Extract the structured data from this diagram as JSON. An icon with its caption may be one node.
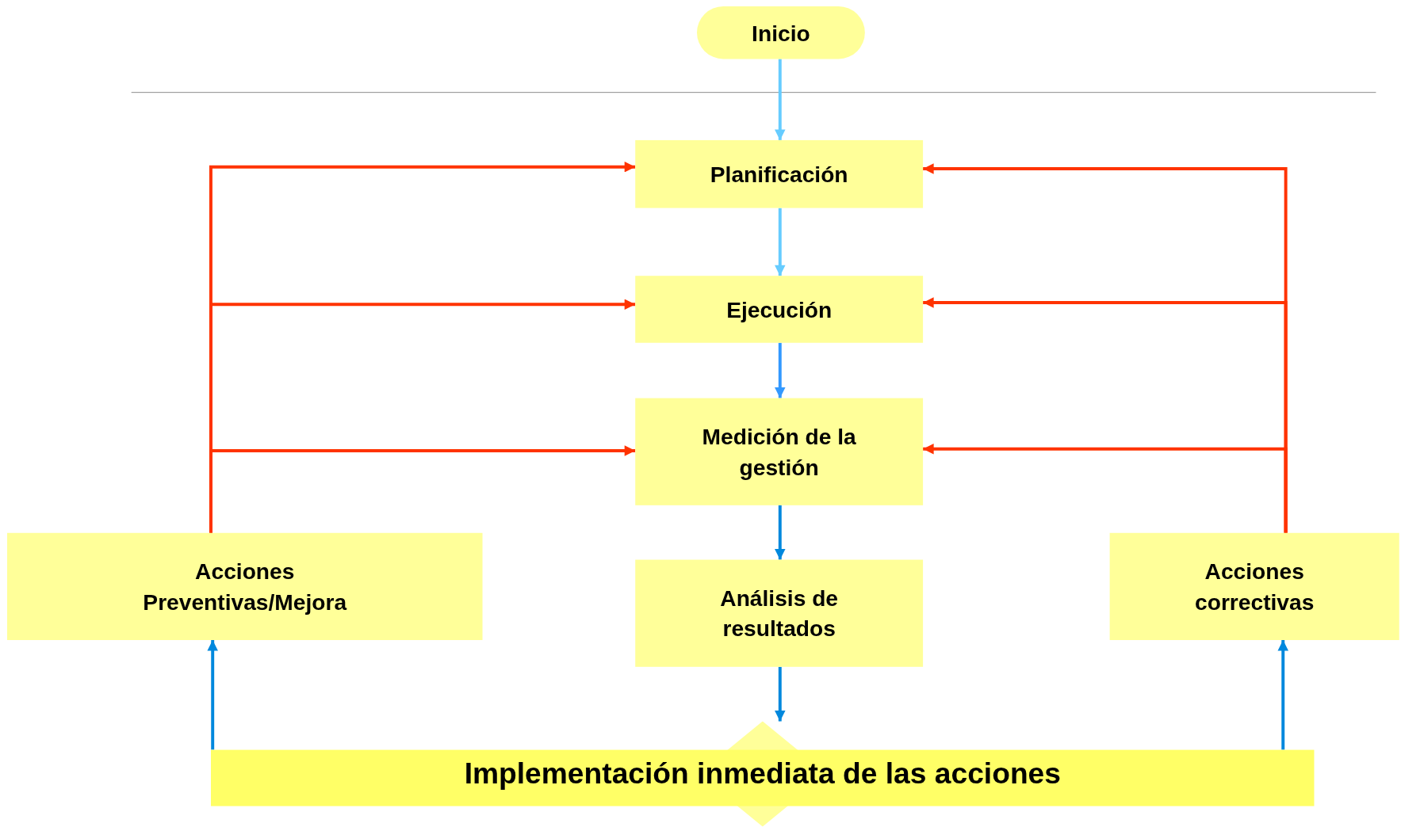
{
  "diagram": {
    "nodes": [
      {
        "text": [
          "Inicio"
        ]
      },
      {
        "text": [
          "Planificación"
        ]
      },
      {
        "text": [
          "Ejecución"
        ]
      },
      {
        "text": [
          "Medición de la gestión"
        ]
      },
      {
        "text": [
          "Acciones Preventivas/Mejora"
        ]
      },
      {
        "text": [
          "Análisis de resultados"
        ]
      },
      {
        "text": [
          "Acciones correctivas"
        ]
      },
      {
        "text": [
          "Implementación inmediata de las acciones"
        ]
      }
    ],
    "edges": [
      {
        "from": 0,
        "to": 1,
        "arrow": "to",
        "color": "#66ccff"
      },
      {
        "from": 1,
        "to": 2,
        "arrow": "to",
        "color": "#66ccff"
      },
      {
        "from": 2,
        "to": 3,
        "arrow": "to",
        "color": "#3399ff"
      },
      {
        "from": 3,
        "to": 5,
        "arrow": "to",
        "color": "#0088dd"
      },
      {
        "from": 5,
        "to": 7,
        "arrow": "to",
        "color": "#0088dd"
      },
      {
        "from": 7,
        "to": 4,
        "arrow": "to",
        "color": "#0088dd"
      },
      {
        "from": 7,
        "to": 6,
        "arrow": "to",
        "color": "#0088dd"
      },
      {
        "from": 4,
        "to": 1,
        "arrow": "to",
        "color": "#ff3300"
      },
      {
        "from": 4,
        "to": 2,
        "arrow": "to",
        "color": "#ff3300"
      },
      {
        "from": 4,
        "to": 3,
        "arrow": "to",
        "color": "#ff3300"
      },
      {
        "from": 6,
        "to": 1,
        "arrow": "to",
        "color": "#ff3300"
      },
      {
        "from": 6,
        "to": 2,
        "arrow": "to",
        "color": "#ff3300"
      },
      {
        "from": 6,
        "to": 3,
        "arrow": "to",
        "color": "#ff3300"
      }
    ]
  }
}
